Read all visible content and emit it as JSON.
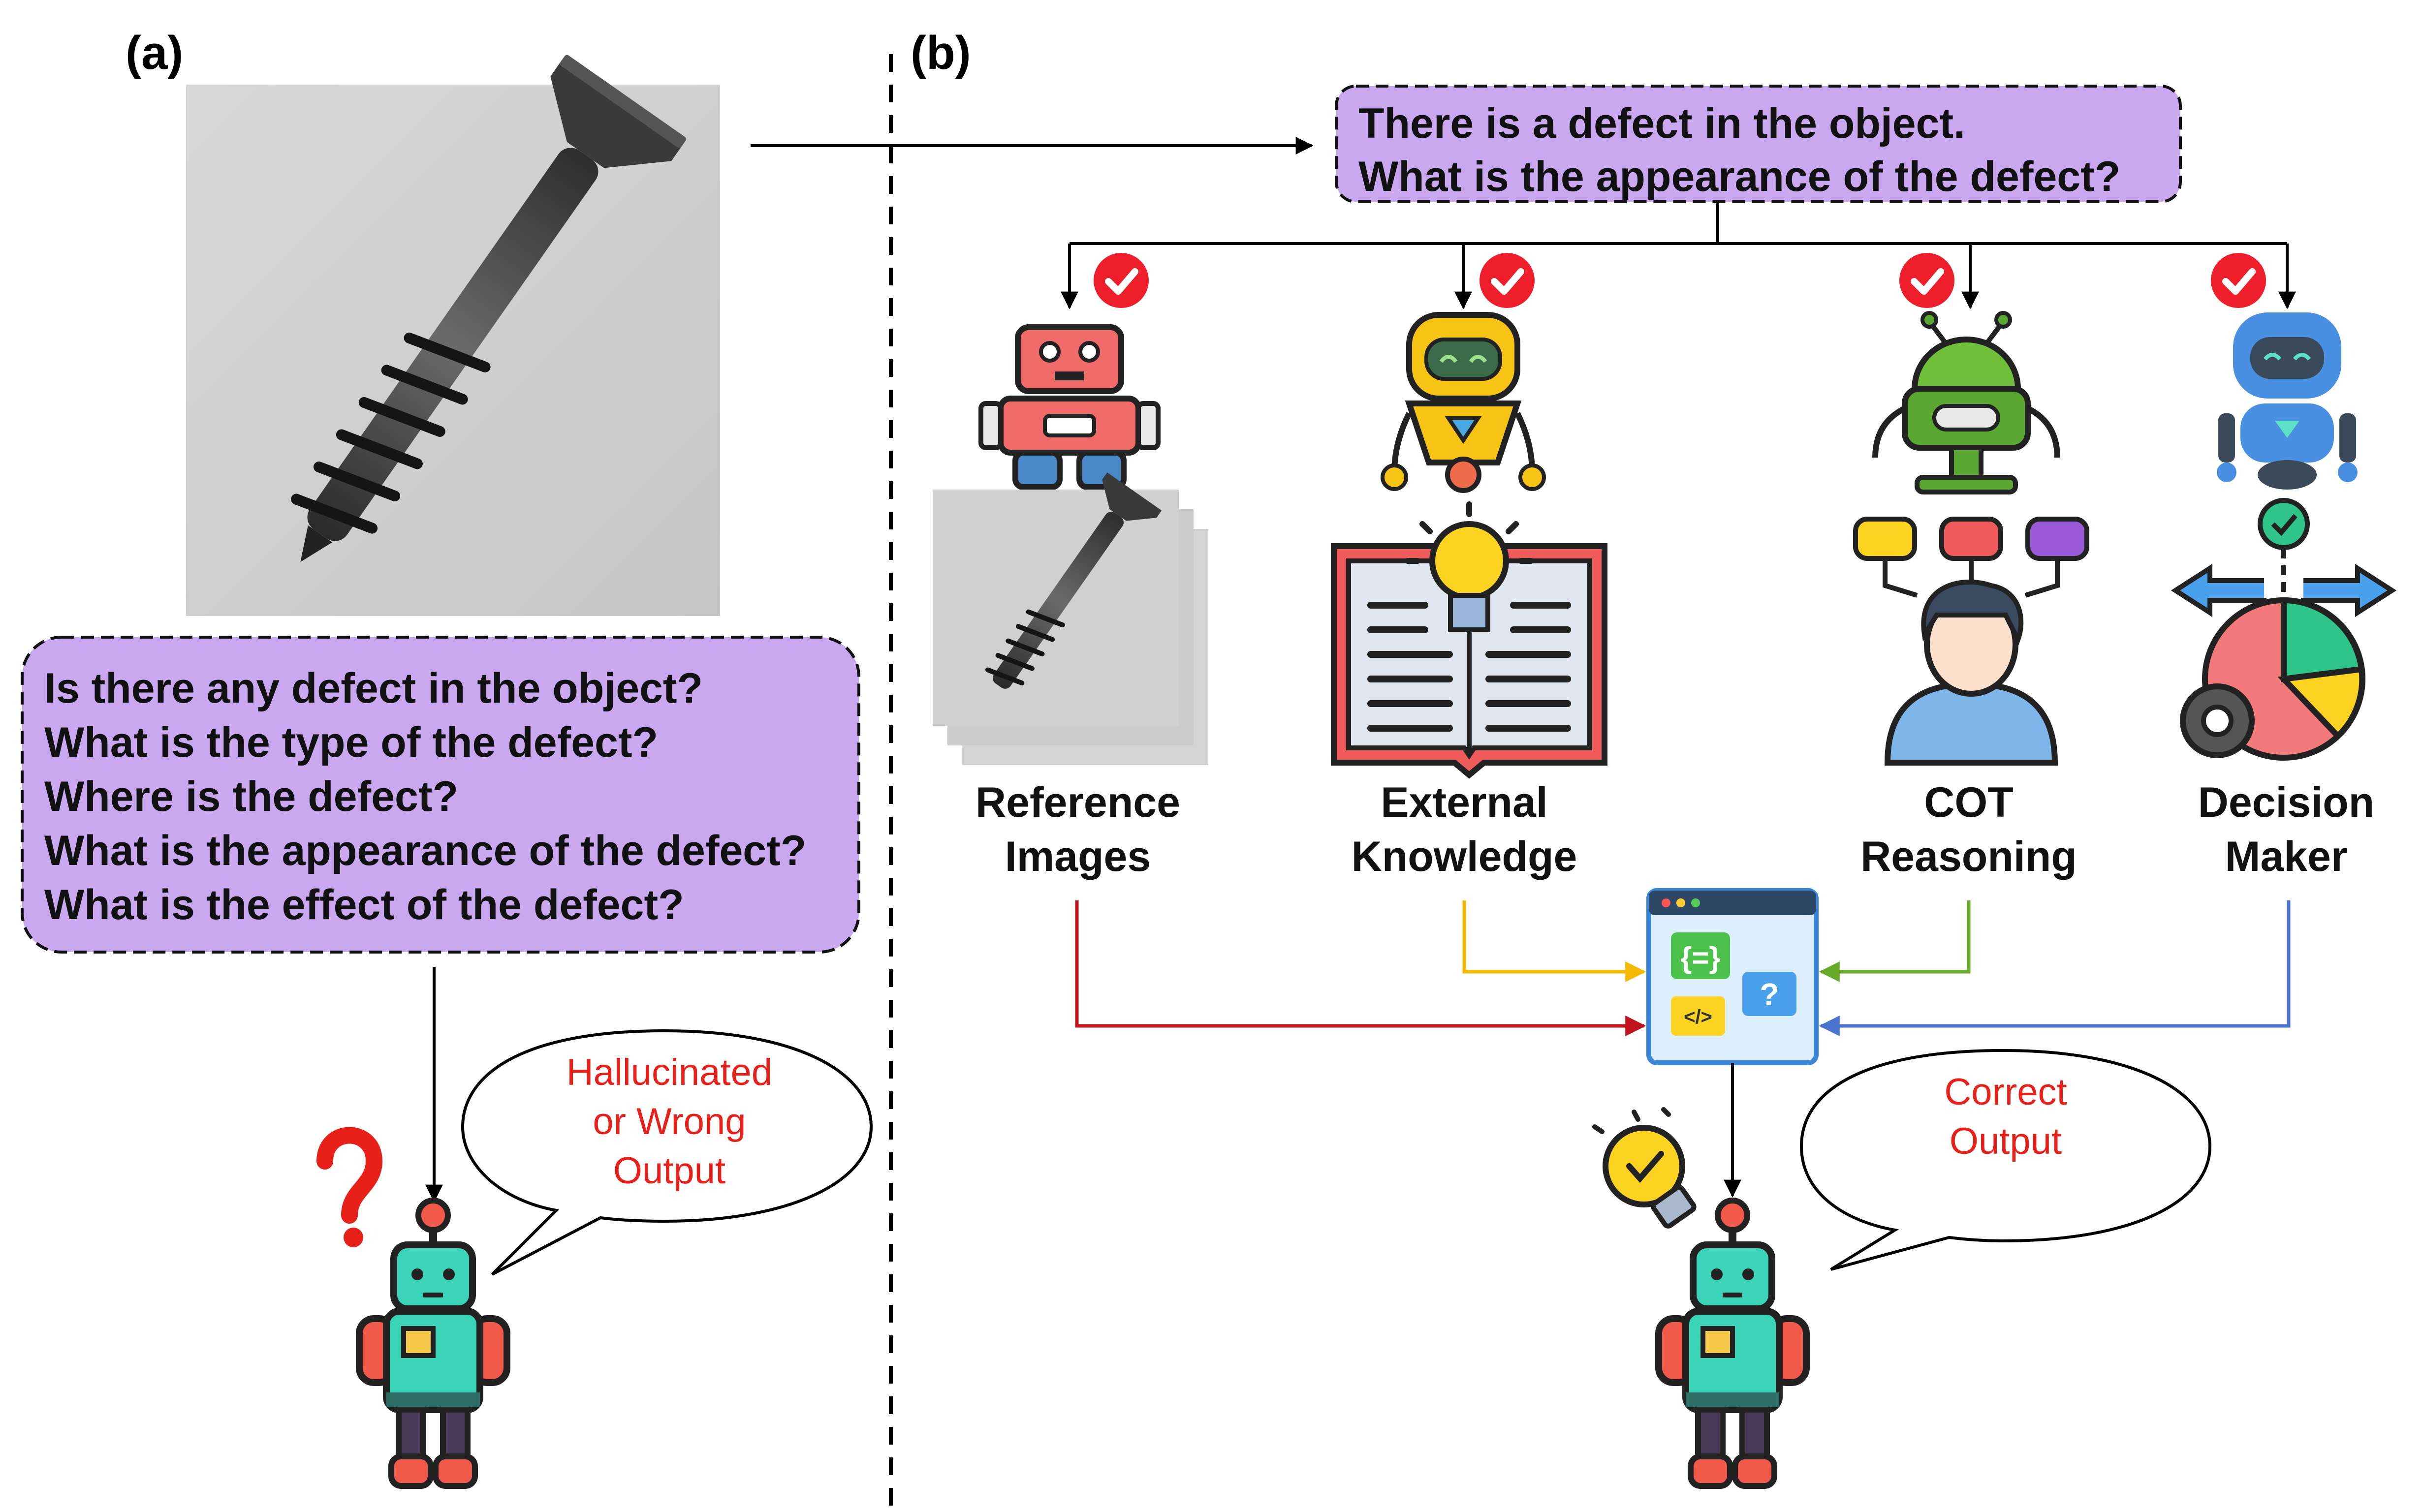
{
  "panels": {
    "a": "(a)",
    "b": "(b)"
  },
  "panel_a": {
    "questions": [
      "Is there any defect in the object?",
      "What is the type of the defect?",
      "Where is the defect?",
      "What is the appearance of the defect?",
      "What is the effect of the defect?"
    ],
    "bubble": [
      "Hallucinated",
      "or Wrong",
      "Output"
    ],
    "image_icon": "screw-photo",
    "robot_icon": "confused-robot-icon"
  },
  "panel_b": {
    "query": [
      "There is a defect in the object.",
      "What is the appearance of the defect?"
    ],
    "modules": [
      {
        "label": [
          "Reference",
          "Images"
        ],
        "icon": "reference-images-icon",
        "line_color": "#c0141c"
      },
      {
        "label": [
          "External",
          "Knowledge"
        ],
        "icon": "book-lightbulb-icon",
        "line_color": "#f5b800"
      },
      {
        "label": [
          "COT",
          "Reasoning"
        ],
        "icon": "person-thinking-icon",
        "line_color": "#6aaa2a"
      },
      {
        "label": [
          "Decision",
          "Maker"
        ],
        "icon": "pie-chart-decision-icon",
        "line_color": "#4a74d0"
      }
    ],
    "bubble": [
      "Correct",
      "Output"
    ],
    "center_icon": "code-window-icon",
    "robot_icon": "idea-robot-icon"
  },
  "colors": {
    "question_box": "#c9a8ef",
    "check": "#ee1f2a",
    "bubble_text": "#e8201a"
  }
}
